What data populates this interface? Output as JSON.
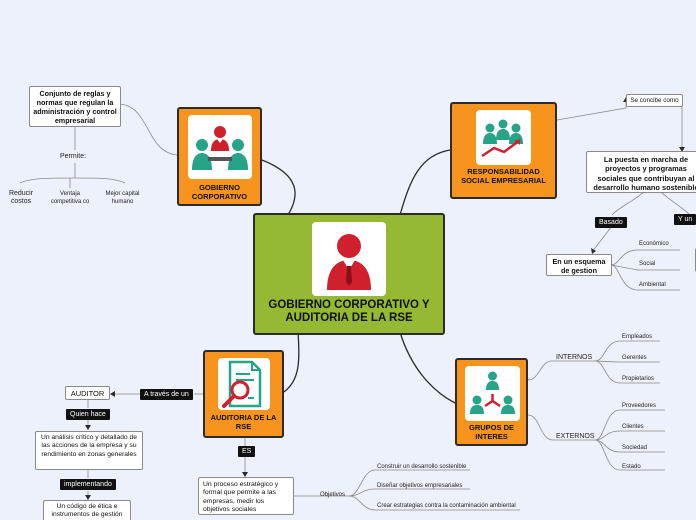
{
  "central": {
    "title": "GOBIERNO CORPORATIVO Y AUDITORIA DE LA RSE"
  },
  "gobierno": {
    "title": "GOBIERNO CORPORATIVO",
    "definition": "Conjunto de reglas y normas que regulan la administración y  control  empresarial",
    "permite_label": "Permite:",
    "benefits": [
      "Reducir costos",
      "Ventaja competitiva co",
      "Mejor capital humano"
    ]
  },
  "rse": {
    "title": "RESPONSABILIDAD SOCIAL EMPRESARIAL",
    "se_concibe": "Se concibe como",
    "puesta": "La puesta en marcha de proyectos y programas sociales que contribuyan al desarrollo humano sostenible",
    "basado": "Basado",
    "y_un": "Y un",
    "esquema": "En un esquema de gestion",
    "esquema_items": [
      "Económico",
      "Social",
      "Ambiental"
    ]
  },
  "auditoria": {
    "title": "AUDITORIA DE LA RSE",
    "a_traves": "A través de un",
    "auditor": "AUDITOR",
    "quien_hace": "Quien hace",
    "analisis": "Un análisis crítico y detallado de las acciones de la empresa y su rendimiento en zonas generales",
    "implementando": "implementando",
    "codigo": "Un código de ética e instrumentos de gestión",
    "es": "ES",
    "proceso": "Un proceso estratégico y formal que permite a las empresas, medir los objetivos sociales",
    "objetivos_label": "Objetivos",
    "objetivos": [
      "Construir un desarrollo sostenible",
      "Diseñar objetivos empresariales",
      "Crear estrategias contra la contaminación ambiental"
    ]
  },
  "grupos": {
    "title": "GRUPOS DE INTERES",
    "internos_label": "INTERNOS",
    "internos": [
      "Empleados",
      "Gerentes",
      "Propietarios"
    ],
    "externos_label": "EXTERNOS",
    "externos": [
      "Proveedores",
      "Clientes",
      "Sociedad",
      "Estado"
    ]
  },
  "colors": {
    "background": "#edf1fb",
    "orange": "#f7941d",
    "green": "#95b933",
    "accent_red": "#d0202e",
    "teal": "#27a487"
  }
}
